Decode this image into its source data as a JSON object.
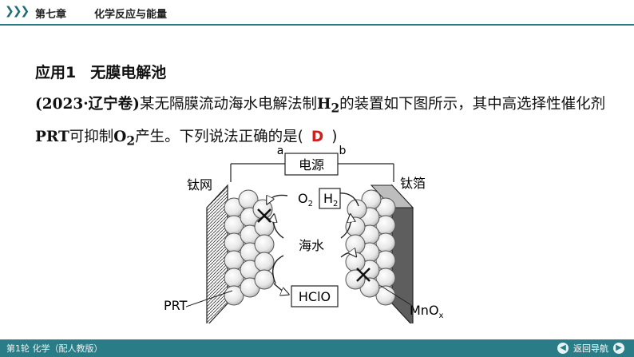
{
  "header": {
    "chapter": "第七章",
    "title": "化学反应与能量"
  },
  "section": {
    "label": "应用1",
    "title": "无膜电解池"
  },
  "question": {
    "source": "(2023·辽宁卷)",
    "text_1": "某无隔膜流动海水电解法制",
    "h2_main": "H",
    "h2_sub": "2",
    "text_2": "的装置如下图所示，其中高选择性催化剂",
    "prt": "PRT",
    "text_3": "可抑制",
    "o2_main": "O",
    "o2_sub": "2",
    "text_4": "产生。下列说法正确的是(",
    "answer": "D",
    "text_5": ")"
  },
  "diagram": {
    "terminal_a": "a",
    "terminal_b": "b",
    "power_source": "电源",
    "left_electrode": "钛网",
    "right_electrode": "钛箔",
    "o2": "O",
    "o2_sub": "2",
    "h2": "H",
    "h2_sub": "2",
    "seawater": "海水",
    "hclo": "HClO",
    "prt": "PRT",
    "mnox": "MnO",
    "mnox_sub": "x"
  },
  "footer": {
    "book": "第1轮 化学（配人教版）",
    "back": "返回导航"
  }
}
